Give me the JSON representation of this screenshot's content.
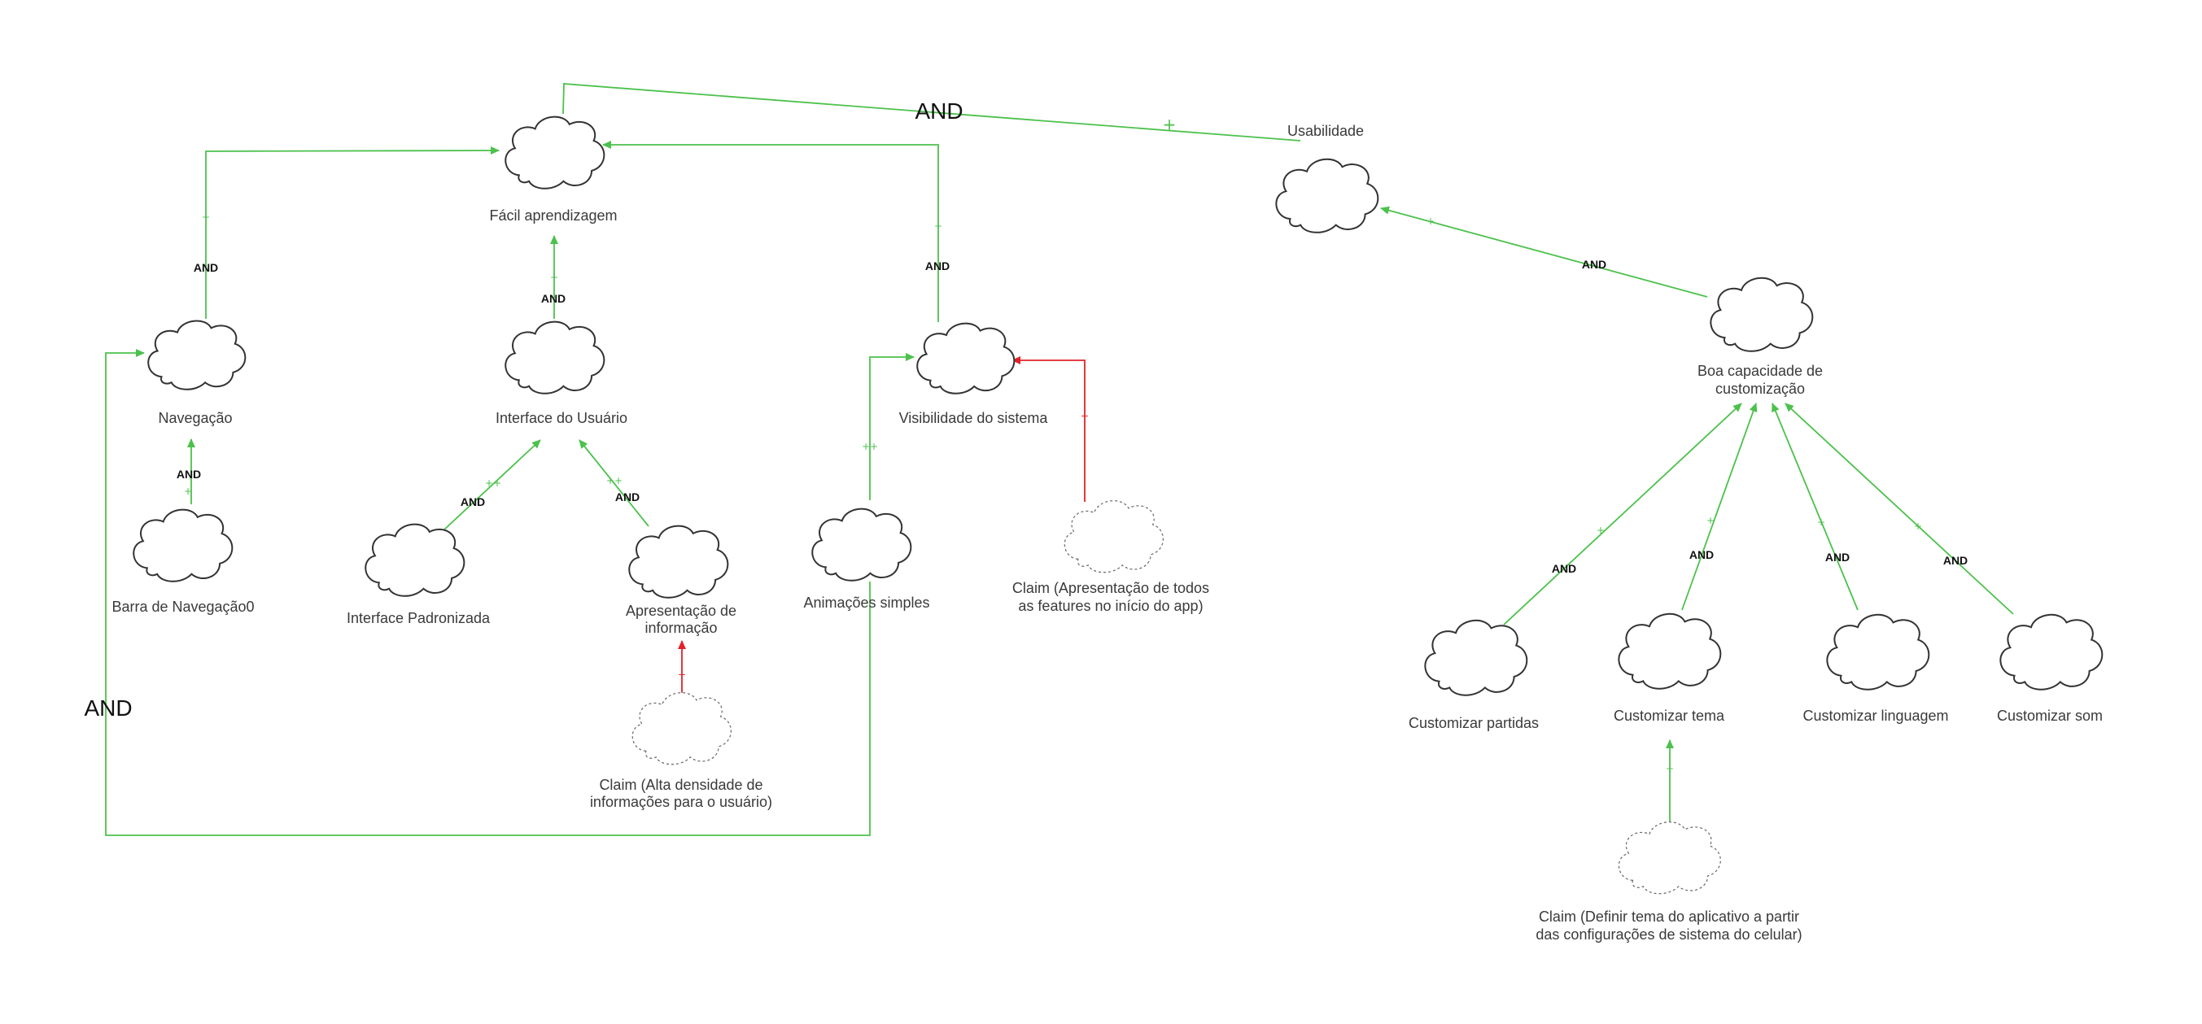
{
  "colors": {
    "positive": "#4cc14c",
    "negative": "#e0222a",
    "cloud_stroke": "#333333",
    "text": "#3a3a3a"
  },
  "nodes": {
    "facil": {
      "label": "Fácil aprendizagem",
      "icon": "cloud-icon"
    },
    "usabilidade": {
      "label": "Usabilidade",
      "icon": "cloud-icon"
    },
    "navegacao": {
      "label": "Navegação",
      "icon": "cloud-icon"
    },
    "interface_usuario": {
      "label": "Interface do Usuário",
      "icon": "cloud-icon"
    },
    "visibilidade": {
      "label": "Visibilidade do sistema",
      "icon": "cloud-icon"
    },
    "boa_cap": {
      "label_line1": "Boa capacidade de",
      "label_line2": "customização",
      "icon": "cloud-icon"
    },
    "barra": {
      "label": "Barra de Navegação0",
      "icon": "cloud-icon"
    },
    "interface_pad": {
      "label": "Interface Padronizada",
      "icon": "cloud-icon"
    },
    "apresentacao": {
      "label_line1": "Apresentação de",
      "label_line2": "informação",
      "icon": "cloud-icon"
    },
    "animacoes": {
      "label": "Animações simples",
      "icon": "cloud-icon"
    },
    "claim_features": {
      "label_line1": "Claim (Apresentação de todos",
      "label_line2": "as features no início do app)",
      "icon": "dashed-cloud-icon"
    },
    "claim_densidade": {
      "label_line1": "Claim (Alta densidade de",
      "label_line2": "informações para o usuário)",
      "icon": "dashed-cloud-icon"
    },
    "cust_partidas": {
      "label": "Customizar partidas",
      "icon": "cloud-icon"
    },
    "cust_tema": {
      "label": "Customizar tema",
      "icon": "cloud-icon"
    },
    "cust_linguagem": {
      "label": "Customizar linguagem",
      "icon": "cloud-icon"
    },
    "cust_som": {
      "label": "Customizar som",
      "icon": "cloud-icon"
    },
    "claim_tema": {
      "label_line1": "Claim (Definir tema do aplicativo a partir",
      "label_line2": "das configurações de sistema do celular)",
      "icon": "dashed-cloud-icon"
    }
  },
  "decompositions": {
    "top": "AND",
    "left_big": "AND",
    "navegacao": "AND",
    "interface_usuario": "AND",
    "visibilidade": "AND",
    "barra": "AND",
    "interface_pad": "AND",
    "apresentacao": "AND",
    "boa_cap": "AND",
    "cust_partidas": "AND",
    "cust_tema": "AND",
    "cust_linguagem": "AND",
    "cust_som": "AND"
  },
  "contributions": {
    "top": "+",
    "navegacao": "+",
    "interface_usuario": "+",
    "visibilidade": "+",
    "boa_cap": "+",
    "barra": "+",
    "interface_pad": "++",
    "apresentacao": "++",
    "animacoes": "++",
    "claim_features": "--",
    "claim_densidade": "--",
    "cust_partidas": "+",
    "cust_tema": "+",
    "cust_linguagem": "+",
    "cust_som": "+",
    "claim_tema": "+"
  }
}
